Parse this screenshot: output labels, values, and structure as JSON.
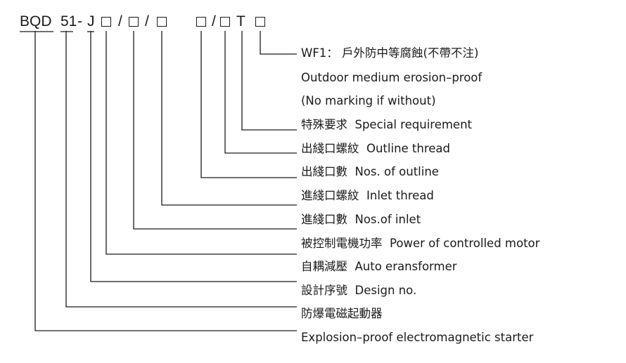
{
  "model_code": {
    "prefix": "BQD",
    "series": "51",
    "dash": "-",
    "type_letter": "J",
    "slash": "/",
    "suffix_letter": "T"
  },
  "labels": [
    {
      "text": "WF1： 戶外防中等腐蝕(不帶不注)"
    },
    {
      "text": "Outdoor medium erosion–proof"
    },
    {
      "text": "(No marking if without)"
    },
    {
      "text": "特殊要求  Special requirement"
    },
    {
      "text": "出綫口螺紋  Outline thread"
    },
    {
      "text": "出綫口數  Nos. of outline"
    },
    {
      "text": "進綫口螺紋  Inlet thread"
    },
    {
      "text": "進綫口數  Nos.of inlet"
    },
    {
      "text": "被控制電機功率  Power of controlled motor"
    },
    {
      "text": "自耦減壓  Auto eransformer"
    },
    {
      "text": "設計序號  Design no."
    },
    {
      "text": "防爆電磁起動器"
    },
    {
      "text": "Explosion–proof electromagnetic starter"
    }
  ],
  "colors": {
    "ink": "#1a1a1a",
    "background": "#ffffff"
  }
}
